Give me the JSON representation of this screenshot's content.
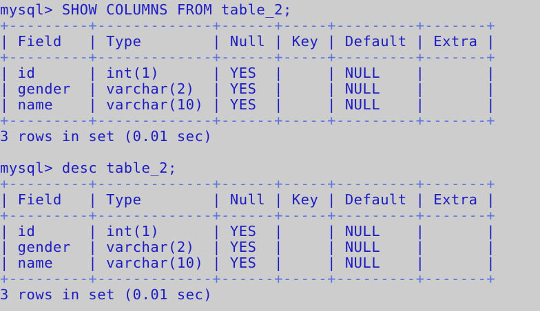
{
  "blocks": [
    {
      "prompt": "mysql> SHOW COLUMNS FROM table_2;",
      "border": "+---------+-------------+------+-----+---------+-------+",
      "header": "| Field   | Type        | Null | Key | Default | Extra |",
      "rows": [
        "| id      | int(1)      | YES  |     | NULL    |       |",
        "| gender  | varchar(2)  | YES  |     | NULL    |       |",
        "| name    | varchar(10) | YES  |     | NULL    |       |"
      ],
      "footer": "3 rows in set (0.01 sec)"
    },
    {
      "prompt": "mysql> desc table_2;",
      "border": "+---------+-------------+------+-----+---------+-------+",
      "header": "| Field   | Type        | Null | Key | Default | Extra |",
      "rows": [
        "| id      | int(1)      | YES  |     | NULL    |       |",
        "| gender  | varchar(2)  | YES  |     | NULL    |       |",
        "| name    | varchar(10) | YES  |     | NULL    |       |"
      ],
      "footer": "3 rows in set (0.01 sec)"
    }
  ]
}
